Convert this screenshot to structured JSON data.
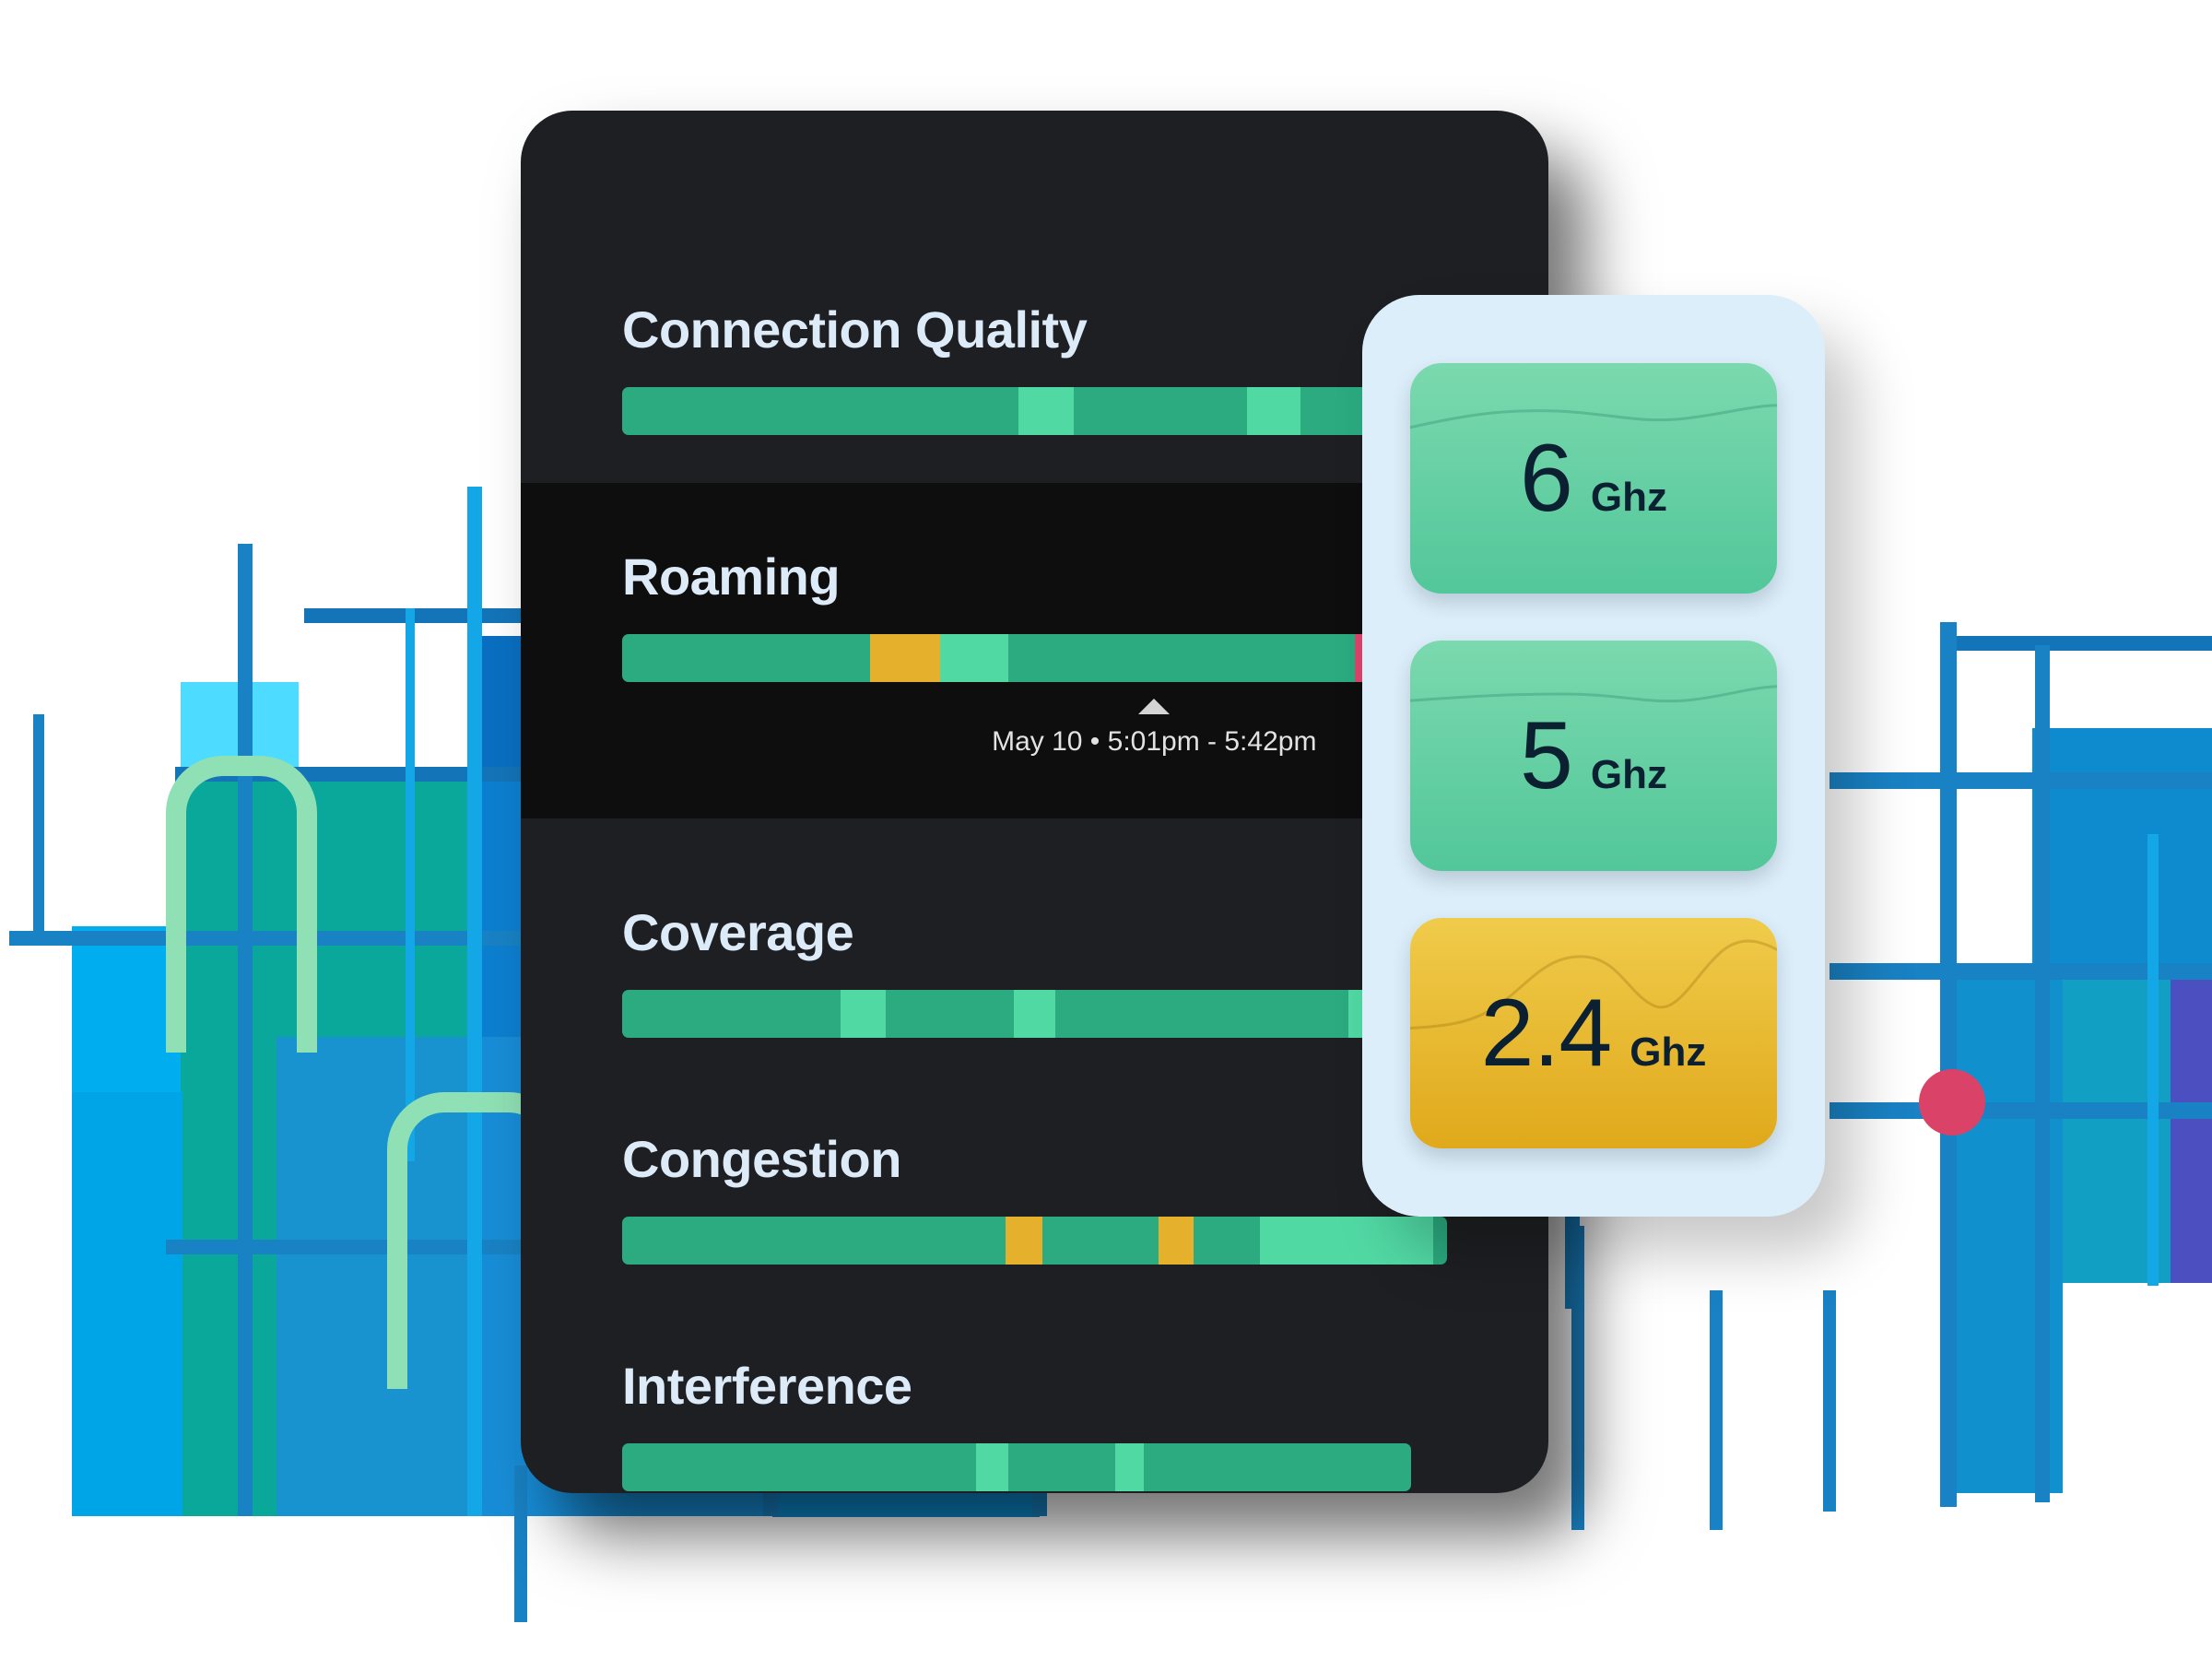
{
  "palette": {
    "green_dark": "#2BAB7F",
    "green_light": "#51D9A4",
    "amber": "#E5B12C",
    "crimson": "#D9456C",
    "card_bg": "#1D1F22",
    "row_highlight_bg": "#0E0E0E",
    "title_text": "#DDEBF8",
    "panel_bg": "#DCEEF9",
    "freq_green_top": "#7BD9AE",
    "freq_green_bottom": "#52C79A",
    "freq_amber_top": "#F0CB4B",
    "freq_amber_bottom": "#E0A91B",
    "grid_blue": "#1982C4",
    "grid_cyan": "#13A7E8",
    "pipe_green": "#8FE0B4",
    "dot_pink": "#DB4267"
  },
  "metrics": [
    {
      "id": "connection-quality",
      "label": "Connection Quality",
      "segments": [
        {
          "width": 48.0,
          "color": "#2BAB7F",
          "state": "good"
        },
        {
          "width": 6.8,
          "color": "#51D9A4",
          "state": "excellent"
        },
        {
          "width": 21.0,
          "color": "#2BAB7F",
          "state": "good"
        },
        {
          "width": 6.4,
          "color": "#51D9A4",
          "state": "excellent"
        },
        {
          "width": 17.8,
          "color": "#2BAB7F",
          "state": "good"
        }
      ]
    },
    {
      "id": "roaming",
      "label": "Roaming",
      "highlighted": true,
      "segments": [
        {
          "width": 30.0,
          "color": "#2BAB7F",
          "state": "good"
        },
        {
          "width": 8.6,
          "color": "#E5B12C",
          "state": "fair"
        },
        {
          "width": 8.2,
          "color": "#51D9A4",
          "state": "excellent"
        },
        {
          "width": 42.0,
          "color": "#2BAB7F",
          "state": "good"
        },
        {
          "width": 10.2,
          "color": "#D9456C",
          "state": "poor"
        },
        {
          "width": 1.0,
          "color": "#2BAB7F",
          "state": "good"
        }
      ],
      "tooltip": {
        "text": "May 10 • 5:01pm - 5:42pm",
        "marker_position_pct": 64.5
      }
    },
    {
      "id": "coverage",
      "label": "Coverage",
      "segments": [
        {
          "width": 26.5,
          "color": "#2BAB7F",
          "state": "good"
        },
        {
          "width": 5.5,
          "color": "#51D9A4",
          "state": "excellent"
        },
        {
          "width": 15.5,
          "color": "#2BAB7F",
          "state": "good"
        },
        {
          "width": 5.0,
          "color": "#51D9A4",
          "state": "excellent"
        },
        {
          "width": 35.5,
          "color": "#2BAB7F",
          "state": "good"
        },
        {
          "width": 4.7,
          "color": "#51D9A4",
          "state": "excellent"
        },
        {
          "width": 7.3,
          "color": "#2BAB7F",
          "state": "good"
        }
      ]
    },
    {
      "id": "congestion",
      "label": "Congestion",
      "segments": [
        {
          "width": 46.5,
          "color": "#2BAB7F",
          "state": "good"
        },
        {
          "width": 4.5,
          "color": "#E5B12C",
          "state": "fair"
        },
        {
          "width": 14.0,
          "color": "#2BAB7F",
          "state": "good"
        },
        {
          "width": 4.3,
          "color": "#E5B12C",
          "state": "fair"
        },
        {
          "width": 8.0,
          "color": "#2BAB7F",
          "state": "good"
        },
        {
          "width": 21.0,
          "color": "#51D9A4",
          "state": "excellent"
        },
        {
          "width": 1.7,
          "color": "#2BAB7F",
          "state": "good"
        }
      ]
    },
    {
      "id": "interference",
      "label": "Interference",
      "segments": [
        {
          "width": 44.9,
          "color": "#2BAB7F",
          "state": "good"
        },
        {
          "width": 4.0,
          "color": "#51D9A4",
          "state": "excellent"
        },
        {
          "width": 13.6,
          "color": "#2BAB7F",
          "state": "good"
        },
        {
          "width": 3.6,
          "color": "#51D9A4",
          "state": "excellent"
        },
        {
          "width": 33.9,
          "color": "#2BAB7F",
          "state": "good"
        }
      ]
    }
  ],
  "frequency_panel": {
    "bands": [
      {
        "id": "band-6ghz",
        "value": "6",
        "unit": "Ghz",
        "status": "green"
      },
      {
        "id": "band-5ghz",
        "value": "5",
        "unit": "Ghz",
        "status": "green"
      },
      {
        "id": "band-24ghz",
        "value": "2.4",
        "unit": "Ghz",
        "status": "amber"
      }
    ]
  }
}
